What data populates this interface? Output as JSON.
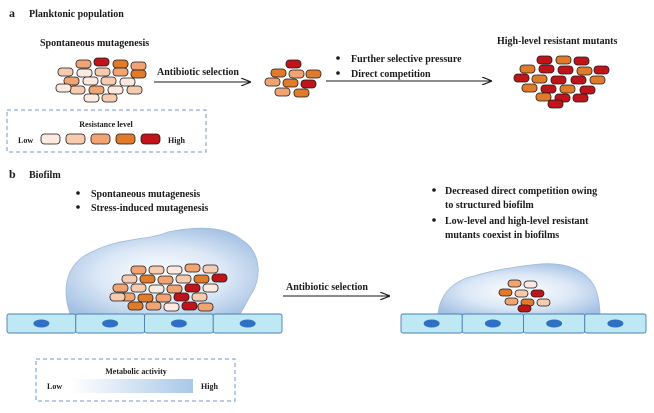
{
  "panel_a": {
    "letter": "a",
    "title": "Planktonic population",
    "left_label": "Spontaneous mutagenesis",
    "arrow1_label": "Antibiotic selection",
    "bullets": [
      "Further selective pressure",
      "Direct competition"
    ],
    "right_label": "High-level resistant mutants",
    "legend": {
      "title": "Resistance level",
      "low": "Low",
      "high": "High",
      "colors": [
        "#fce9df",
        "#f7cbb0",
        "#f0a373",
        "#e07b2b",
        "#c0141a"
      ]
    }
  },
  "panel_b": {
    "letter": "b",
    "title": "Biofilm",
    "left_bullets": [
      "Spontaneous mutagenesis",
      "Stress-induced mutagenesis"
    ],
    "arrow_label": "Antibiotic selection",
    "right_bullets": [
      "Decreased direct competition owing",
      "to structured biofilm",
      "Low-level and high-level resistant",
      "mutants coexist in biofilms"
    ],
    "legend": {
      "title": "Metabolic activity",
      "low": "Low",
      "high": "High"
    }
  },
  "colors": {
    "cell_stroke": "#1a1a1a",
    "biofilm_fill": "#c4d9ee",
    "epithelium_fill": "#bfe8f5",
    "epithelium_stroke": "#4a7fb0",
    "nucleus": "#2f6fc4",
    "legend_border": "#6f9ad1"
  }
}
